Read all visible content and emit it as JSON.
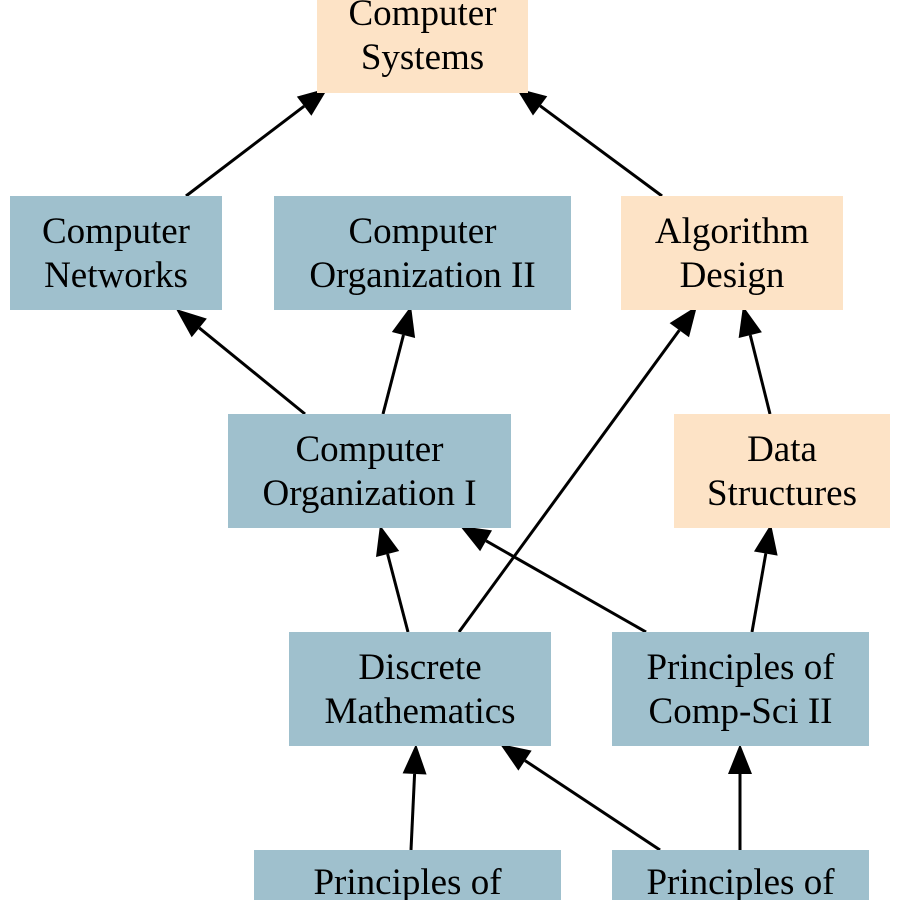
{
  "diagram": {
    "type": "prerequisite-graph",
    "colors": {
      "core": "#9fc0cd",
      "highlight": "#fde3c6",
      "edge": "#000000",
      "background": "#ffffff"
    },
    "nodes": [
      {
        "id": "computer-systems",
        "lines": [
          "Computer",
          "Systems"
        ],
        "style": "highlight"
      },
      {
        "id": "computer-networks",
        "lines": [
          "Computer",
          "Networks"
        ],
        "style": "core"
      },
      {
        "id": "computer-organization-ii",
        "lines": [
          "Computer",
          "Organization II"
        ],
        "style": "core"
      },
      {
        "id": "algorithm-design",
        "lines": [
          "Algorithm",
          "Design"
        ],
        "style": "highlight"
      },
      {
        "id": "computer-organization-i",
        "lines": [
          "Computer",
          "Organization I"
        ],
        "style": "core"
      },
      {
        "id": "data-structures",
        "lines": [
          "Data",
          "Structures"
        ],
        "style": "highlight"
      },
      {
        "id": "discrete-mathematics",
        "lines": [
          "Discrete",
          "Mathematics"
        ],
        "style": "core"
      },
      {
        "id": "principles-of-comp-sci-ii",
        "lines": [
          "Principles of",
          "Comp-Sci II"
        ],
        "style": "core"
      },
      {
        "id": "principles-of-left",
        "lines": [
          "Principles of"
        ],
        "style": "core"
      },
      {
        "id": "principles-of-right",
        "lines": [
          "Principles of"
        ],
        "style": "core"
      }
    ],
    "edges": [
      {
        "from": "computer-networks",
        "to": "computer-systems"
      },
      {
        "from": "algorithm-design",
        "to": "computer-systems"
      },
      {
        "from": "computer-organization-i",
        "to": "computer-networks"
      },
      {
        "from": "computer-organization-i",
        "to": "computer-organization-ii"
      },
      {
        "from": "data-structures",
        "to": "algorithm-design"
      },
      {
        "from": "discrete-mathematics",
        "to": "algorithm-design"
      },
      {
        "from": "discrete-mathematics",
        "to": "computer-organization-i"
      },
      {
        "from": "principles-of-comp-sci-ii",
        "to": "computer-organization-i"
      },
      {
        "from": "principles-of-comp-sci-ii",
        "to": "data-structures"
      },
      {
        "from": "principles-of-left",
        "to": "discrete-mathematics"
      },
      {
        "from": "principles-of-right",
        "to": "discrete-mathematics"
      },
      {
        "from": "principles-of-right",
        "to": "principles-of-comp-sci-ii"
      }
    ]
  }
}
